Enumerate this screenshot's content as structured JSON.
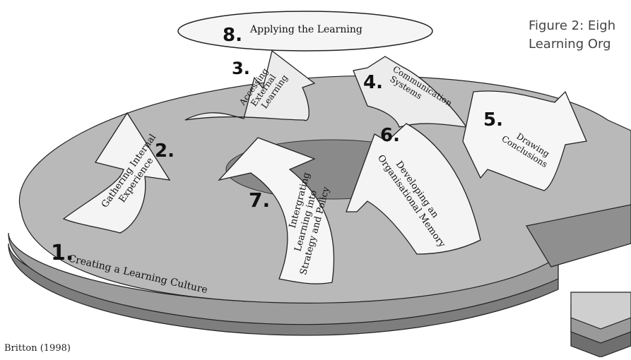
{
  "figure": {
    "caption_line1": "Figure 2: Eigh",
    "caption_line2": "Learning Org",
    "source": "Britton (1998)"
  },
  "steps": [
    {
      "number": "1.",
      "lines": [
        "Creating a Learning Culture"
      ]
    },
    {
      "number": "2.",
      "lines": [
        "Gathering Internal",
        "Experience"
      ]
    },
    {
      "number": "3.",
      "lines": [
        "Accessing",
        "External",
        "Learning"
      ]
    },
    {
      "number": "4.",
      "lines": [
        "Communication",
        "Systems"
      ]
    },
    {
      "number": "5.",
      "lines": [
        "Drawing",
        "Conclusions"
      ]
    },
    {
      "number": "6.",
      "lines": [
        "Developing an",
        "Organisational Memory"
      ]
    },
    {
      "number": "7.",
      "lines": [
        "Intergrating",
        "Learning into",
        "Strategy and Policy"
      ]
    },
    {
      "number": "8.",
      "lines": [
        "Applying the Learning"
      ]
    }
  ],
  "colors": {
    "platform_top": "#b9b9b9",
    "platform_side_1": "#9d9d9d",
    "platform_side_2": "#7e7e7e",
    "arrow_fill": "#f4f4f4",
    "outline": "#222222"
  }
}
